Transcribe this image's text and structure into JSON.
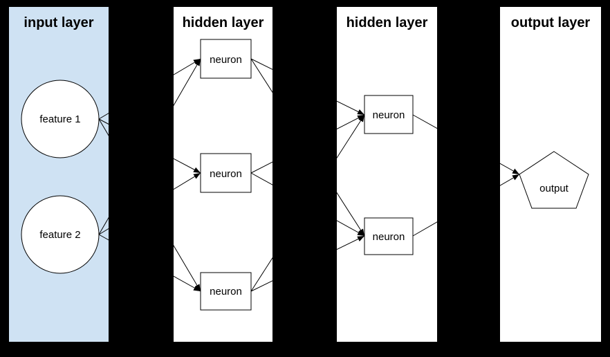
{
  "diagram": {
    "type": "neural-network-diagram",
    "background": "#000000",
    "node_fill": "#ffffff",
    "line_color": "#000000",
    "panels": [
      {
        "id": "input",
        "title": "input layer",
        "fill": "#cfe2f3"
      },
      {
        "id": "hidden1",
        "title": "hidden layer",
        "fill": "#ffffff"
      },
      {
        "id": "hidden2",
        "title": "hidden layer",
        "fill": "#ffffff"
      },
      {
        "id": "output",
        "title": "output layer",
        "fill": "#ffffff"
      }
    ],
    "nodes": [
      {
        "id": "feature1",
        "label": "feature 1",
        "shape": "circle",
        "layer": "input"
      },
      {
        "id": "feature2",
        "label": "feature 2",
        "shape": "circle",
        "layer": "input"
      },
      {
        "id": "h1n1",
        "label": "neuron",
        "shape": "rect",
        "layer": "hidden1"
      },
      {
        "id": "h1n2",
        "label": "neuron",
        "shape": "rect",
        "layer": "hidden1"
      },
      {
        "id": "h1n3",
        "label": "neuron",
        "shape": "rect",
        "layer": "hidden1"
      },
      {
        "id": "h2n1",
        "label": "neuron",
        "shape": "rect",
        "layer": "hidden2"
      },
      {
        "id": "h2n2",
        "label": "neuron",
        "shape": "rect",
        "layer": "hidden2"
      },
      {
        "id": "out1",
        "label": "output",
        "shape": "pentagon",
        "layer": "output"
      }
    ],
    "edges": [
      {
        "from": "feature1",
        "to": "h1n1"
      },
      {
        "from": "feature1",
        "to": "h1n2"
      },
      {
        "from": "feature1",
        "to": "h1n3"
      },
      {
        "from": "feature2",
        "to": "h1n1"
      },
      {
        "from": "feature2",
        "to": "h1n2"
      },
      {
        "from": "feature2",
        "to": "h1n3"
      },
      {
        "from": "h1n1",
        "to": "h2n1"
      },
      {
        "from": "h1n1",
        "to": "h2n2"
      },
      {
        "from": "h1n2",
        "to": "h2n1"
      },
      {
        "from": "h1n2",
        "to": "h2n2"
      },
      {
        "from": "h1n3",
        "to": "h2n1"
      },
      {
        "from": "h1n3",
        "to": "h2n2"
      },
      {
        "from": "h2n1",
        "to": "out1"
      },
      {
        "from": "h2n2",
        "to": "out1"
      }
    ]
  }
}
